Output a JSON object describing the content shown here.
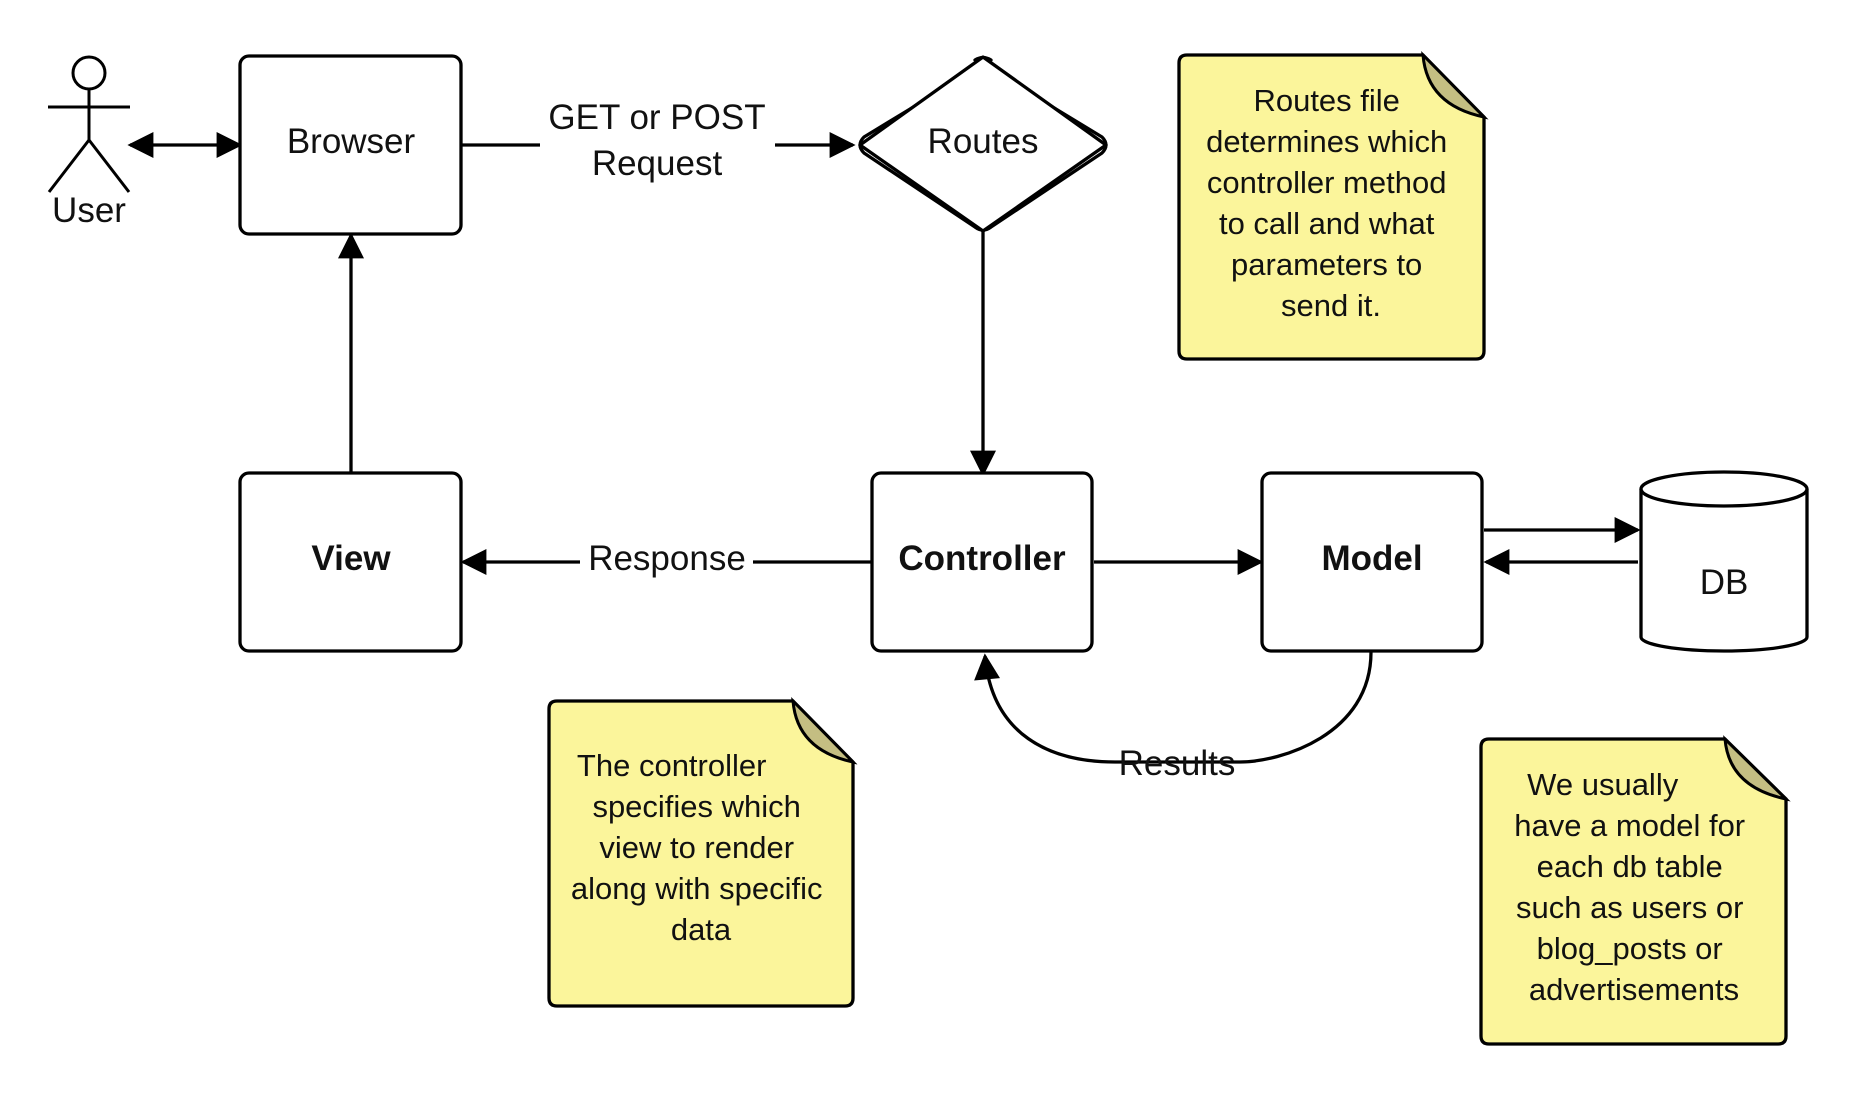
{
  "actor": {
    "label": "User"
  },
  "nodes": {
    "browser": "Browser",
    "routes": "Routes",
    "view": "View",
    "controller": "Controller",
    "model": "Model",
    "db": "DB"
  },
  "edges": {
    "request_line1": "GET or POST",
    "request_line2": "Request",
    "response": "Response",
    "results": "Results"
  },
  "notes": {
    "routes": [
      "Routes file",
      "determines which",
      "controller method",
      "to call and what",
      "parameters to",
      "send it."
    ],
    "controller": [
      "The controller",
      "specifies which",
      "view to render",
      "along with specific",
      "data"
    ],
    "model": [
      "We usually",
      "have a model for",
      "each db table",
      "such as users or",
      "blog_posts or",
      "advertisements"
    ]
  },
  "colors": {
    "note_fill": "#fbf59b",
    "note_fold": "#c4be82",
    "stroke": "#000000",
    "node_fill": "#ffffff"
  }
}
